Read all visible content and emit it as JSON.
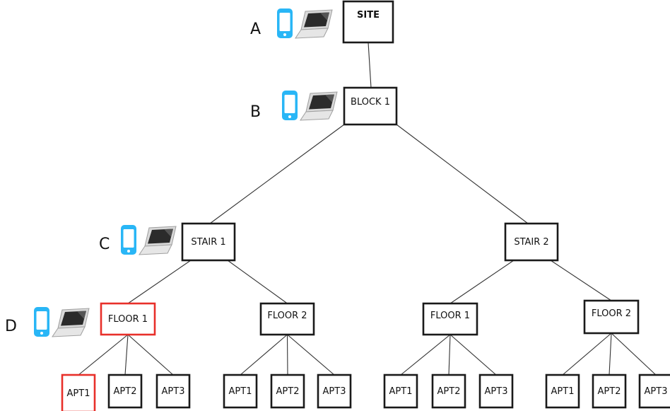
{
  "tree": {
    "site": "SITE",
    "block": "BLOCK 1",
    "stairs": [
      {
        "label": "STAIR 1",
        "floors": [
          {
            "label": "FLOOR 1",
            "highlighted": true,
            "apartments": [
              "APT1",
              "APT2",
              "APT3"
            ],
            "highlighted_apartment": 0
          },
          {
            "label": "FLOOR 2",
            "highlighted": false,
            "apartments": [
              "APT1",
              "APT2",
              "APT3"
            ]
          }
        ]
      },
      {
        "label": "STAIR 2",
        "floors": [
          {
            "label": "FLOOR 1",
            "highlighted": false,
            "apartments": [
              "APT1",
              "APT2",
              "APT3"
            ]
          },
          {
            "label": "FLOOR 2",
            "highlighted": false,
            "apartments": [
              "APT1",
              "APT2",
              "APT3"
            ]
          }
        ]
      }
    ]
  },
  "levels": [
    "A",
    "B",
    "C",
    "D"
  ],
  "icons": [
    "smartphone-icon",
    "laptop-icon"
  ],
  "colors": {
    "highlight": "#e8302a",
    "phone": "#29b6f6",
    "box_border": "#1a1a1a"
  }
}
